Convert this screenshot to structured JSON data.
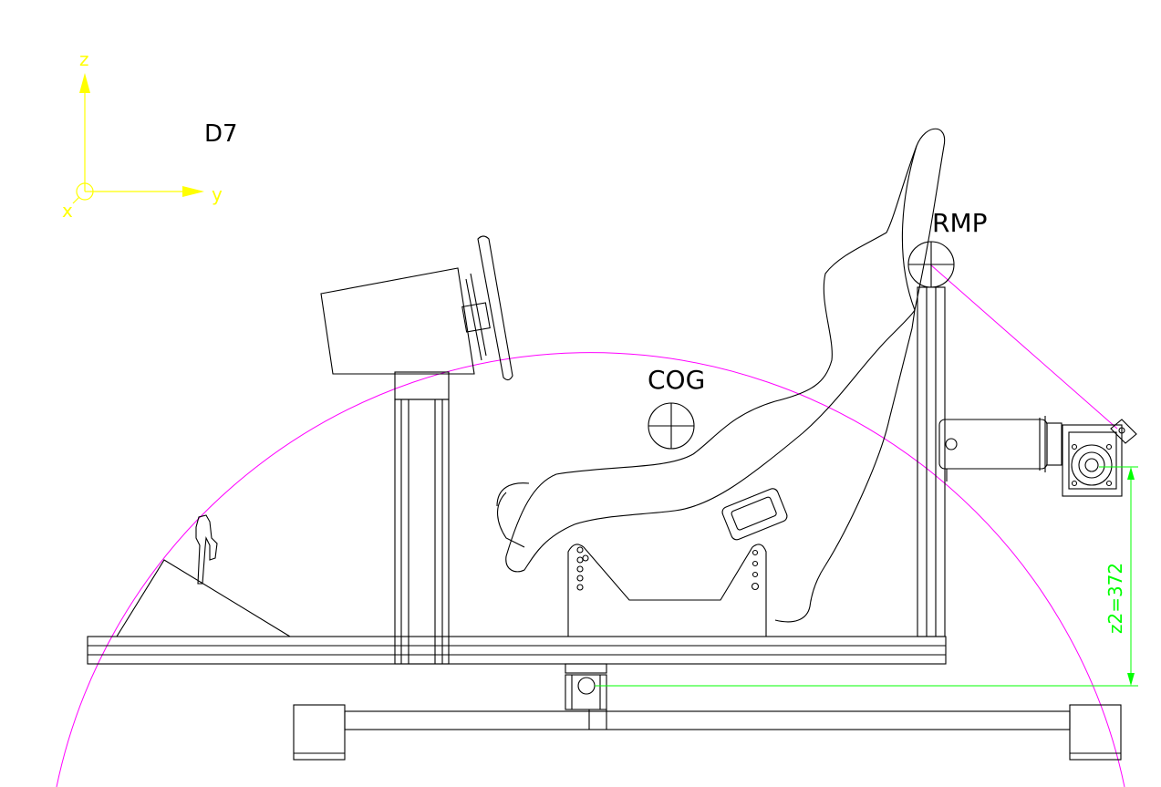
{
  "drawing": {
    "view_label": "D7",
    "axes": {
      "z_label": "z",
      "y_label": "y",
      "x_label": "x"
    },
    "labels": {
      "rmp": "RMP",
      "cog": "COG"
    },
    "dimension": {
      "text": "z2=372"
    },
    "colors": {
      "line": "#000000",
      "axis": "#ffff00",
      "arc": "#ff00ff",
      "dimension": "#00ff00",
      "background": "#ffffff"
    }
  }
}
